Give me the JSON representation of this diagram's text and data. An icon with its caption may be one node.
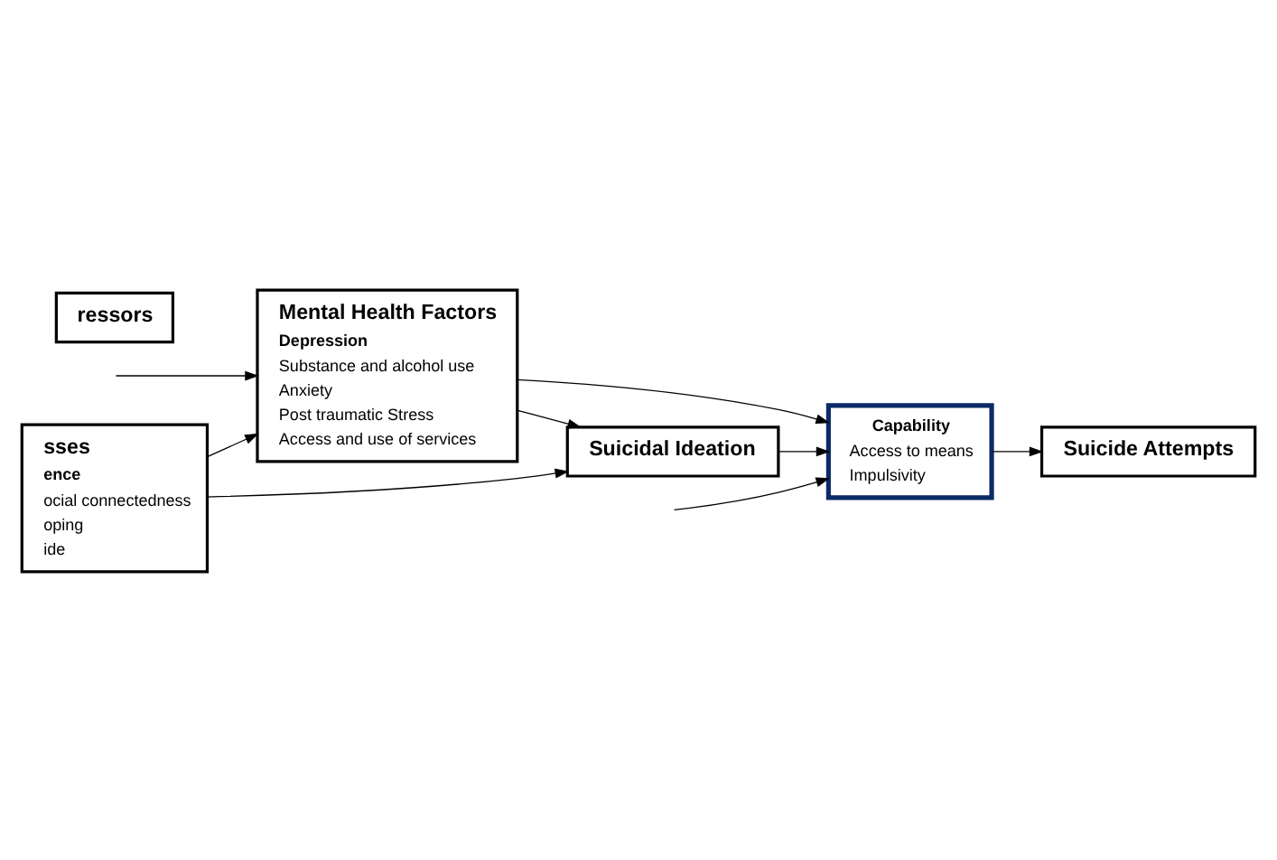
{
  "diagram": {
    "nodes": [
      {
        "text": [
          "sses",
          "ence",
          "ocial connectedness",
          "oping",
          "ide"
        ]
      },
      {
        "text": [
          "Mental Health Factors",
          "Depression",
          "Substance and alcohol use",
          "Anxiety",
          "Post traumatic Stress",
          "Access and use of services"
        ]
      },
      {
        "text": [
          "Suicidal Ideation"
        ]
      },
      {
        "text": [
          "Capability",
          "Access to means",
          "Impulsivity"
        ]
      },
      {
        "text": [
          "Suicide Attempts"
        ]
      },
      {
        "text": [
          "ressors"
        ]
      }
    ],
    "edges": [
      {
        "from": 0,
        "to": 1,
        "arrow": "to"
      },
      {
        "from": 0,
        "to": 2,
        "arrow": "to"
      },
      {
        "from": null,
        "to": 1,
        "arrow": "to"
      },
      {
        "from": 1,
        "to": 2,
        "arrow": "to"
      },
      {
        "from": 1,
        "to": 3,
        "arrow": "to"
      },
      {
        "from": null,
        "to": 3,
        "arrow": "to"
      },
      {
        "from": 2,
        "to": 3,
        "arrow": "to"
      },
      {
        "from": 3,
        "to": 4,
        "arrow": "to"
      }
    ]
  }
}
